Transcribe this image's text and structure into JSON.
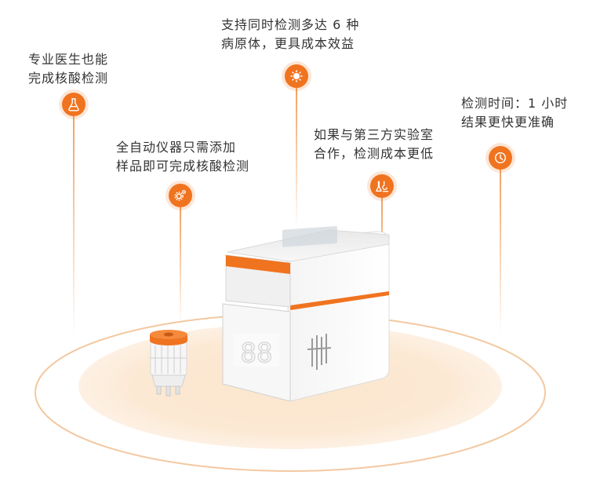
{
  "features": [
    {
      "id": "doctor",
      "lines": [
        "专业医生也能",
        "完成核酸检测"
      ],
      "icon": "flask-icon"
    },
    {
      "id": "auto",
      "lines": [
        "全自动仪器只需添加",
        "样品即可完成核酸检测"
      ],
      "icon": "gear-icon"
    },
    {
      "id": "pathogen",
      "lines": [
        "支持同时检测多达 6 种",
        "病原体，更具成本效益"
      ],
      "icon": "virus-icon"
    },
    {
      "id": "cost",
      "lines": [
        "如果与第三方实验室",
        "合作，检测成本更低"
      ],
      "icon": "lab-icon"
    },
    {
      "id": "time",
      "lines": [
        "检测时间：1 小时",
        "结果更快更准确"
      ],
      "icon": "clock-icon"
    }
  ],
  "device": {
    "display": "88"
  },
  "colors": {
    "accent": "#f0731f",
    "platform": "#fbe3c8",
    "ring": "#f3c8a0"
  }
}
